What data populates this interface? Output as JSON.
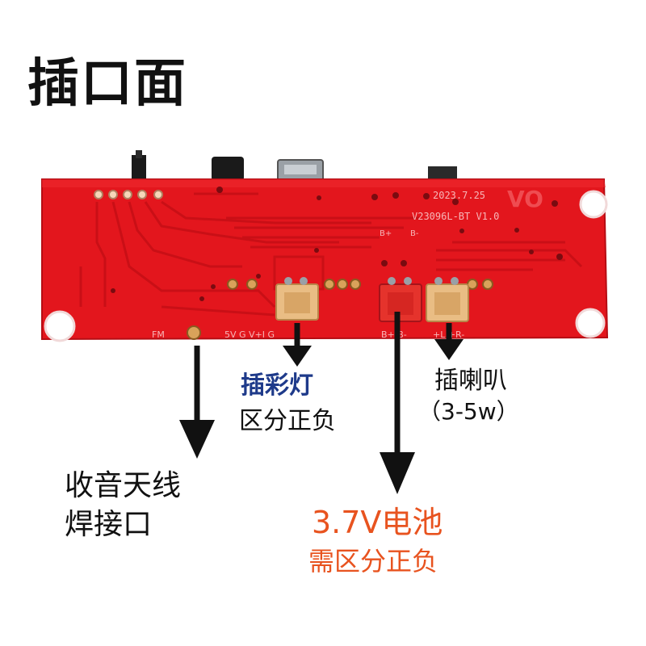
{
  "title": "插口面",
  "board": {
    "date_code": "2023.7.25",
    "model": "V23096L-BT V1.0",
    "silk_fm": "FM",
    "silk_power": "5V G V+I G",
    "silk_battery": "B+ B-",
    "silk_speaker": "+L  +R-",
    "silk_b_plus": "B+",
    "silk_b_minus": "B-",
    "colors": {
      "pcb": "#e3161d",
      "trace": "#c70f16",
      "connector": "#e9bd84",
      "battery_connector": "#e5332c"
    }
  },
  "annotations": {
    "led": {
      "line1": "插彩灯",
      "line2": "区分正负",
      "color1": "#1e3a8a",
      "color2": "#111111"
    },
    "speaker": {
      "line1": "插喇叭",
      "line2": "（3-5w）",
      "color": "#111111"
    },
    "antenna": {
      "line1": "收音天线",
      "line2": "焊接口",
      "color": "#111111"
    },
    "battery": {
      "line1": "3.7V电池",
      "line2": "需区分正负",
      "color": "#e8531f"
    }
  }
}
